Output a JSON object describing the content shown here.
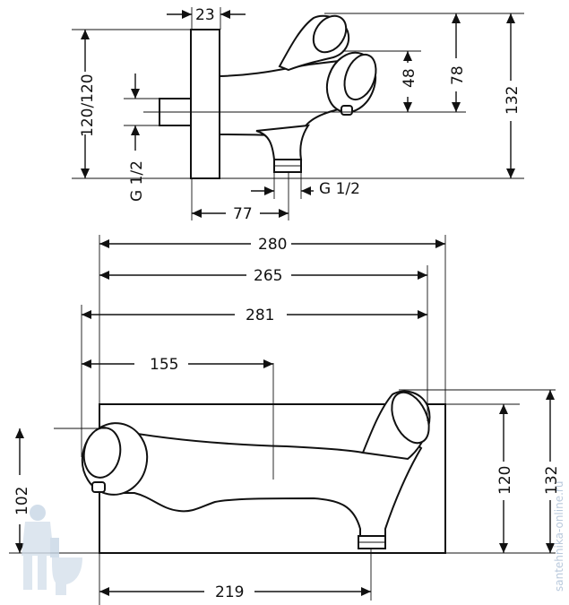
{
  "top_view": {
    "dim_23": "23",
    "dim_48": "48",
    "dim_78": "78",
    "dim_132": "132",
    "dim_120_120": "120/120",
    "thread_left": "G 1/2",
    "thread_right": "G 1/2",
    "dim_77": "77"
  },
  "front_view": {
    "dim_280": "280",
    "dim_265": "265",
    "dim_281": "281",
    "dim_155": "155",
    "dim_102": "102",
    "dim_120": "120",
    "dim_132": "132",
    "dim_219": "219"
  },
  "watermark": {
    "text": "santehnika-online.ru",
    "color": "#b9c9dc"
  }
}
